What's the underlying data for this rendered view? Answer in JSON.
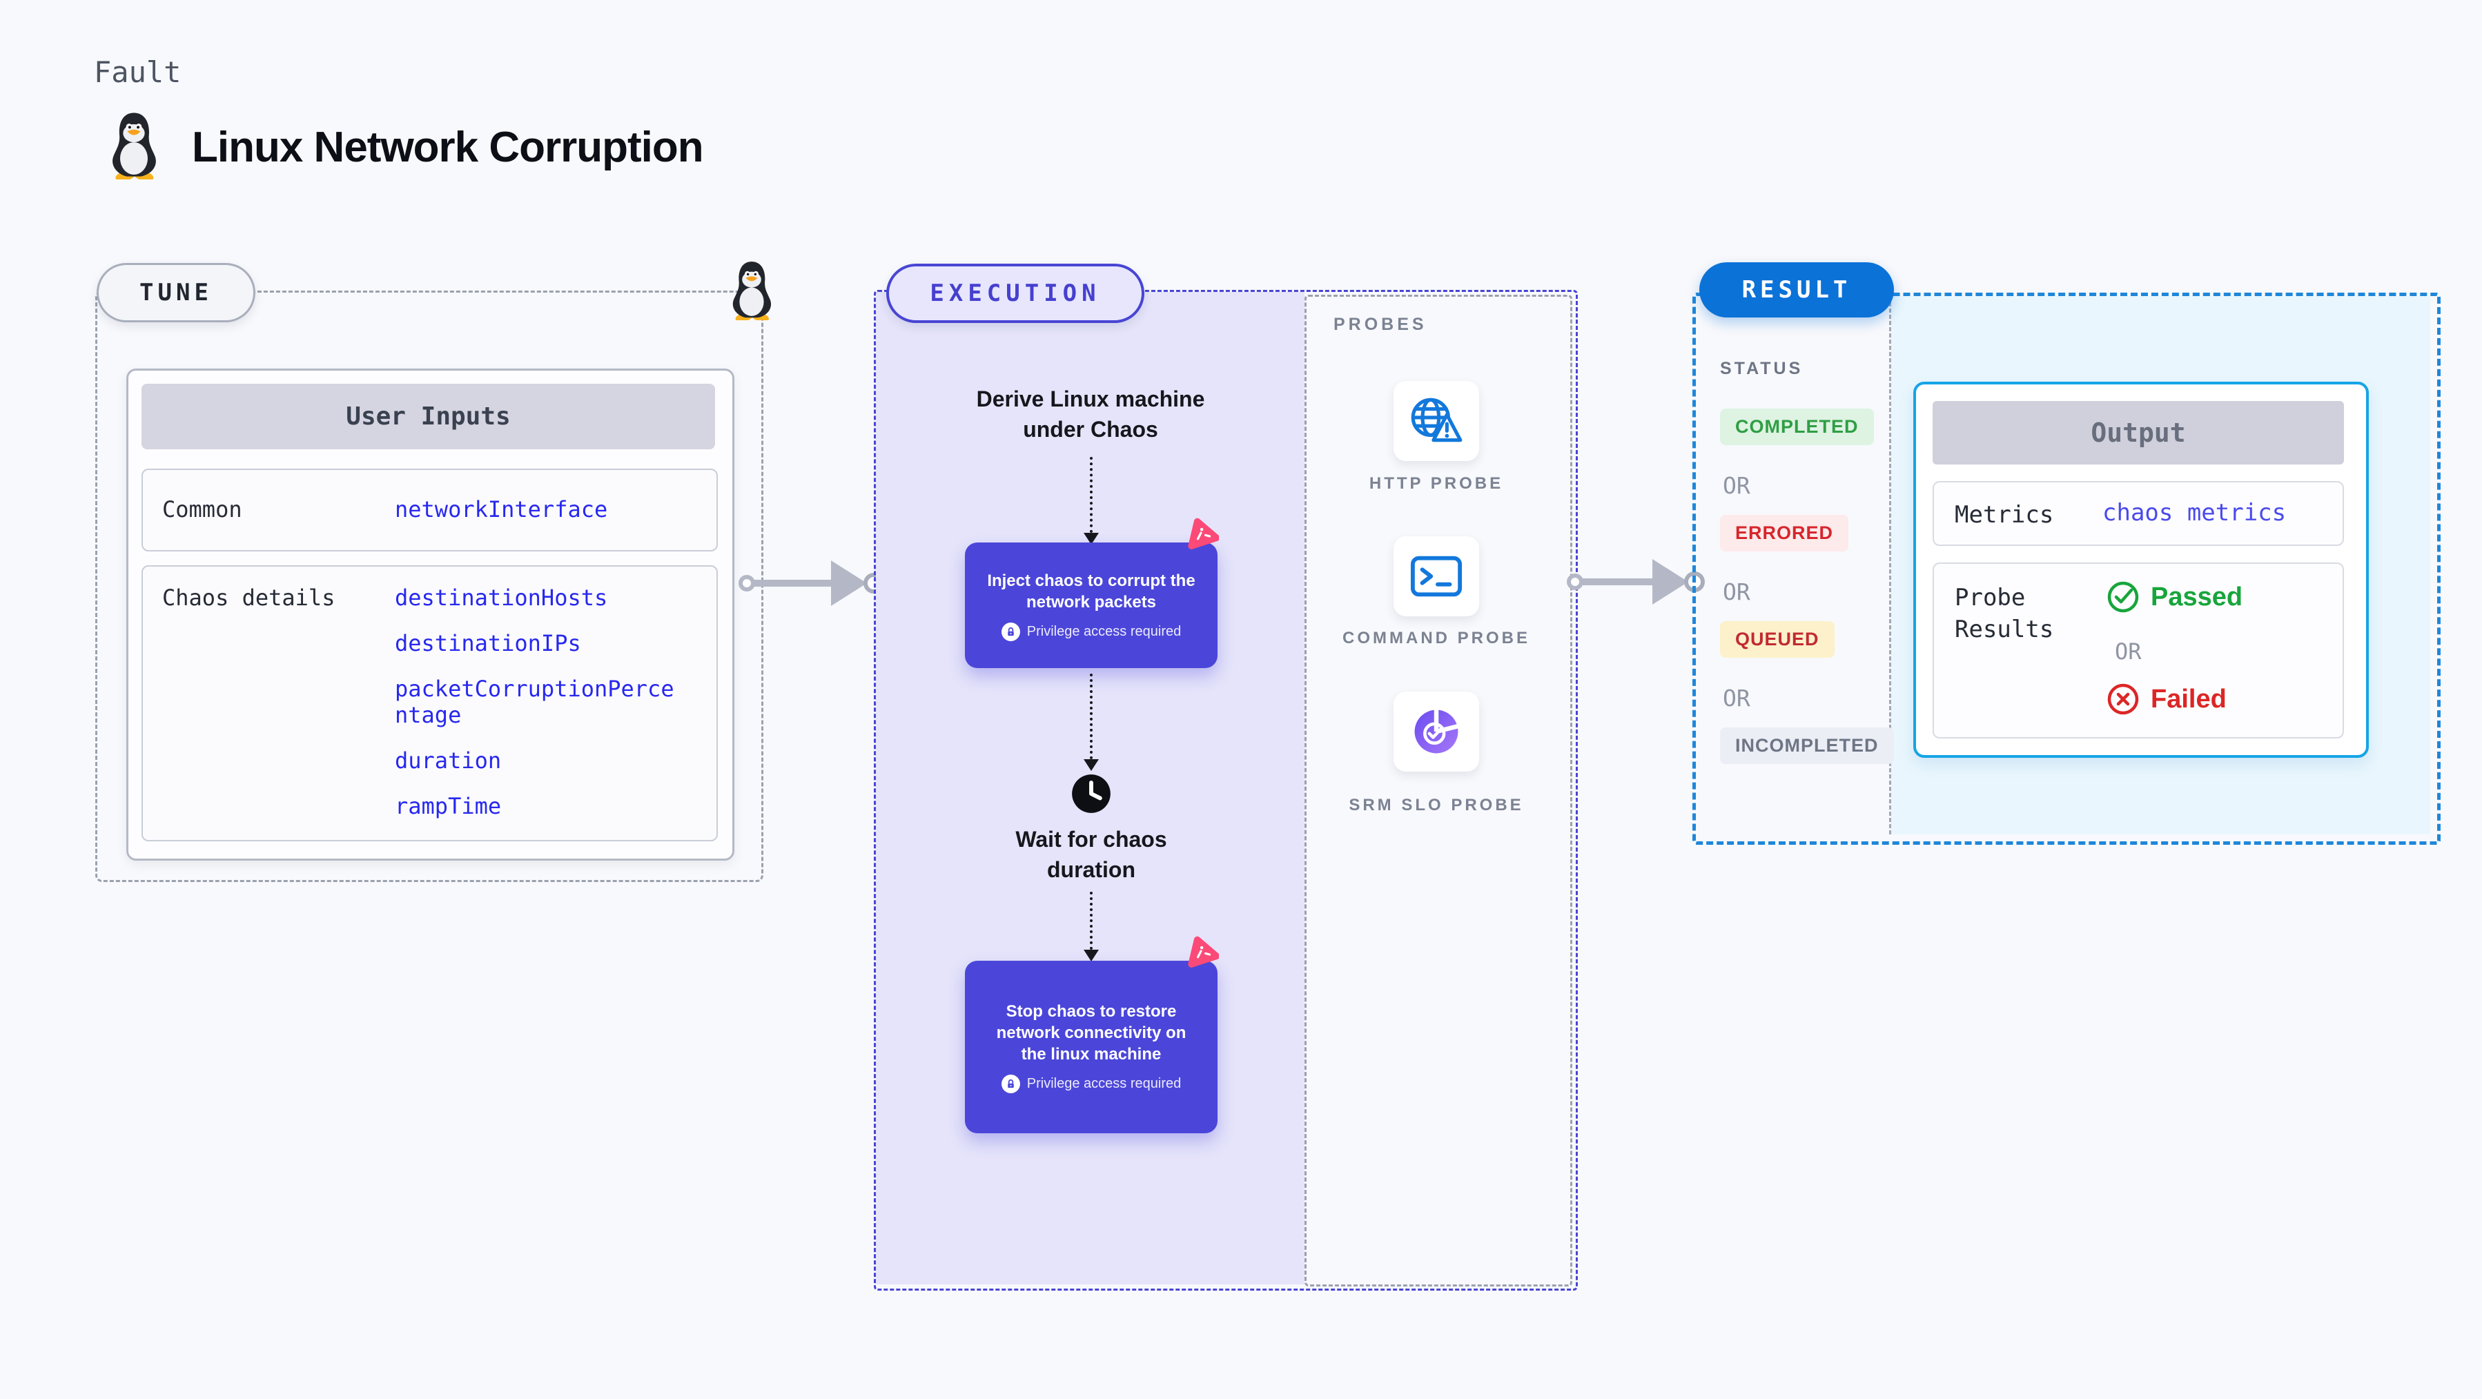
{
  "header": {
    "kicker": "Fault",
    "title": "Linux Network Corruption",
    "icon": "tux-penguin-icon"
  },
  "tune": {
    "badge": "TUNE",
    "corner_icon": "tux-penguin-icon",
    "table": {
      "header": "User Inputs",
      "rows": [
        {
          "label": "Common",
          "values": [
            "networkInterface"
          ]
        },
        {
          "label": "Chaos details",
          "values": [
            "destinationHosts",
            "destinationIPs",
            "packetCorruptionPercentage",
            "duration",
            "rampTime"
          ]
        }
      ]
    }
  },
  "execution": {
    "badge": "EXECUTION",
    "steps": {
      "derive": "Derive Linux machine under Chaos",
      "inject": "Inject chaos to corrupt the network packets",
      "wait": "Wait for chaos duration",
      "stop": "Stop chaos to restore network connectivity on the linux machine",
      "privilege_note": "Privilege access required"
    }
  },
  "probes": {
    "label": "PROBES",
    "items": [
      {
        "label": "HTTP PROBE",
        "icon": "globe-warning-icon"
      },
      {
        "label": "COMMAND PROBE",
        "icon": "terminal-icon"
      },
      {
        "label": "SRM SLO PROBE",
        "icon": "slo-donut-check-icon"
      }
    ]
  },
  "result": {
    "badge": "RESULT",
    "status_label": "STATUS",
    "separator": "OR",
    "statuses": [
      {
        "label": "COMPLETED",
        "text_color": "#2f9e44",
        "bg_color": "#def3e2"
      },
      {
        "label": "ERRORED",
        "text_color": "#d6262d",
        "bg_color": "#fdeaea"
      },
      {
        "label": "QUEUED",
        "text_color": "#c22a31",
        "bg_color": "#fcf1ca"
      },
      {
        "label": "INCOMPLETED",
        "text_color": "#6e7585",
        "bg_color": "#eceef5"
      }
    ],
    "output": {
      "header": "Output",
      "metrics_label": "Metrics",
      "metrics_value": "chaos metrics",
      "probe_results_label": "Probe Results",
      "passed": "Passed",
      "failed": "Failed"
    }
  },
  "colors": {
    "page_bg": "#f8f9fc",
    "indigo_accent": "#4845d4",
    "indigo_box": "#4b46d9",
    "lavender_bg": "#e5e4fa",
    "result_blue": "#0b72d8",
    "result_dash_blue": "#1e87da",
    "cyan_bg": "#e9f6fd",
    "output_border": "#16a5e6",
    "probe_icon_blue": "#1278dc",
    "value_blue": "#2828ee",
    "passed_green": "#18a53c",
    "failed_red": "#dc2626",
    "chaos_pink": "#fb4a77"
  }
}
